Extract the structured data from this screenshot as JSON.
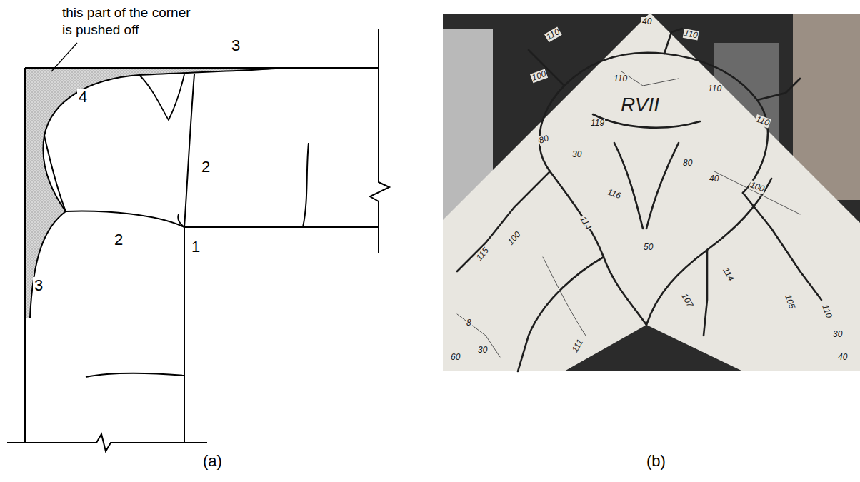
{
  "diagram": {
    "labels": [
      "this part of the corner",
      "is pushed off",
      "3",
      "4",
      "2",
      "1",
      "2",
      "3",
      "(a)",
      "(b)",
      "RVII",
      "110",
      "40",
      "110",
      "100",
      "110",
      "110",
      "119",
      "110",
      "80",
      "30",
      "80",
      "40",
      "116",
      "100",
      "50",
      "114",
      "107",
      "114",
      "105",
      "110",
      "115",
      "100",
      "111",
      "8",
      "30",
      "60",
      "30",
      "40"
    ]
  }
}
